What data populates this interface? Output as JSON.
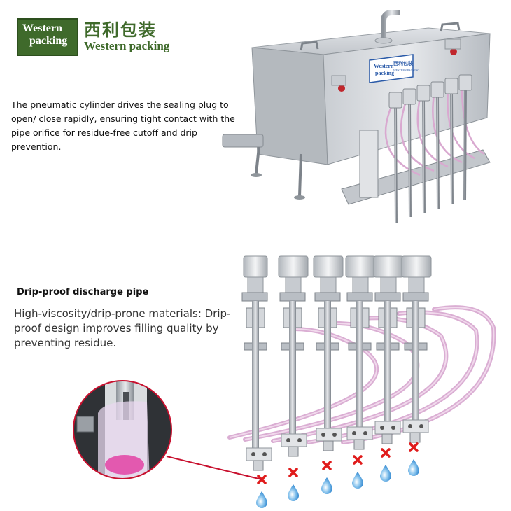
{
  "logo": {
    "box_line1": "Western",
    "box_line2": "packing",
    "cn": "西利包装",
    "en": "Western packing",
    "color": "#3f6a2b"
  },
  "machine_panel": {
    "line1": "Western",
    "line2": "packing",
    "cn": "西利包装",
    "en": "WESTERN PACKING"
  },
  "section1": {
    "text": "The pneumatic cylinder drives the sealing plug to open/ close rapidly, ensuring tight contact with the pipe orifice for residue-free cutoff and drip prevention."
  },
  "section2": {
    "title": "Drip-proof discharge pipe",
    "text": "High-viscosity/drip-prone materials: Drip-proof design improves filling quality by preventing residue."
  },
  "colors": {
    "steel": "#b9bec4",
    "hose": "#d9a9d0",
    "cross": "#e01b1b",
    "droplet": "#5aa7e0",
    "liquid": "#e24aa8"
  }
}
